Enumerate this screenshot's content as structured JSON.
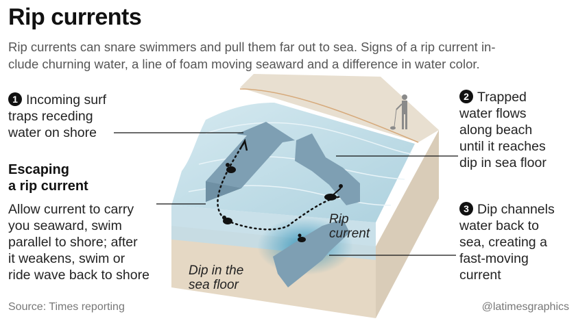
{
  "title": "Rip currents",
  "subtitle_lines": [
    "Rip currents can snare swimmers and pull them far out to sea. Signs of a rip current in-",
    "clude churning water, a line of foam moving seaward and a difference in water color."
  ],
  "callout1": {
    "number": "1",
    "lines": [
      "Incoming surf",
      "traps receding",
      "water on shore"
    ]
  },
  "callout2": {
    "number": "2",
    "lines": [
      "Trapped",
      "water flows",
      "along beach",
      "until it reaches",
      "dip in sea floor"
    ]
  },
  "callout3": {
    "number": "3",
    "lines": [
      "Dip channels",
      "water back to",
      "sea, creating a",
      "fast-moving",
      "current"
    ]
  },
  "escaping": {
    "heading_lines": [
      "Escaping",
      "a rip current"
    ],
    "body_lines": [
      "Allow current to carry",
      "you seaward, swim",
      "parallel to shore; after",
      "it weakens, swim or",
      "ride wave back to shore"
    ]
  },
  "labels": {
    "rip_current": [
      "Rip",
      "current"
    ],
    "dip": [
      "Dip in the",
      "sea floor"
    ]
  },
  "source": "Source: Times reporting",
  "credit": "@latimesgraphics",
  "colors": {
    "water": "#bcd9e4",
    "water_dark": "#7fb0c6",
    "arrow": "#7e9fb3",
    "sand": "#e6dccd",
    "sand_side": "#d4c6b2",
    "rip": "#3f9fbf"
  }
}
